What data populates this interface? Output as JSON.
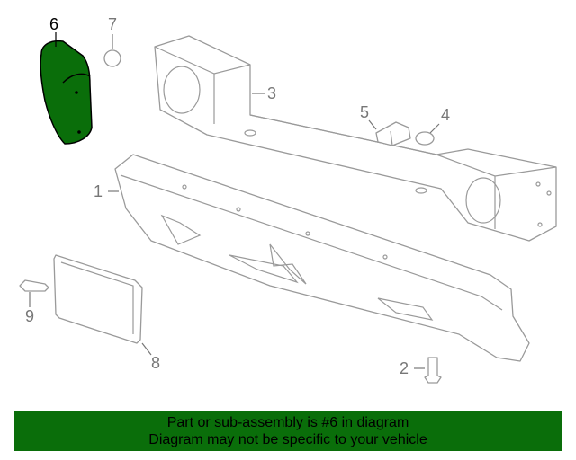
{
  "diagram": {
    "highlight_color": "#0a6e0a",
    "callouts": {
      "c1": "1",
      "c2": "2",
      "c3": "3",
      "c4": "4",
      "c5": "5",
      "c6": "6",
      "c7": "7",
      "c8": "8",
      "c9": "9"
    },
    "highlighted_part": "6"
  },
  "banner": {
    "line1": "Part or sub-assembly is #6 in diagram",
    "line2": "Diagram may not be specific to your vehicle"
  }
}
